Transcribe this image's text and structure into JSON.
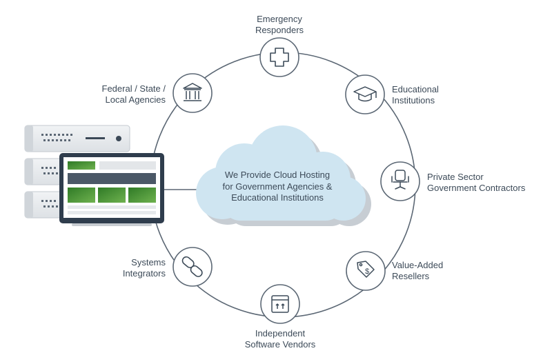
{
  "cloud": {
    "line1": "We Provide Cloud Hosting",
    "line2": "for Government Agencies &",
    "line3": "Educational Institutions"
  },
  "nodes": {
    "emergency": {
      "line1": "Emergency",
      "line2": "Responders",
      "icon": "medical-cross-icon"
    },
    "educational": {
      "line1": "Educational",
      "line2": "Institutions",
      "icon": "graduation-cap-icon"
    },
    "private": {
      "line1": "Private Sector",
      "line2": "Government Contractors",
      "icon": "office-chair-icon"
    },
    "reseller": {
      "line1": "Value-Added",
      "line2": "Resellers",
      "icon": "price-tag-icon"
    },
    "isv": {
      "line1": "Independent",
      "line2": "Software Vendors",
      "icon": "package-box-icon"
    },
    "integrators": {
      "line1": "Systems",
      "line2": "Integrators",
      "icon": "chain-link-icon"
    },
    "federal": {
      "line1": "Federal / State /",
      "line2": "Local Agencies",
      "icon": "government-building-icon"
    }
  },
  "colors": {
    "ring": "#5b6774",
    "node_bg": "#ffffff",
    "cloud": "#cfe5f1",
    "cloud_shadow": "#c7cdd3",
    "server": "#e6e9ec",
    "monitor": "#2f3d4d",
    "green": "#3f8f2e"
  }
}
